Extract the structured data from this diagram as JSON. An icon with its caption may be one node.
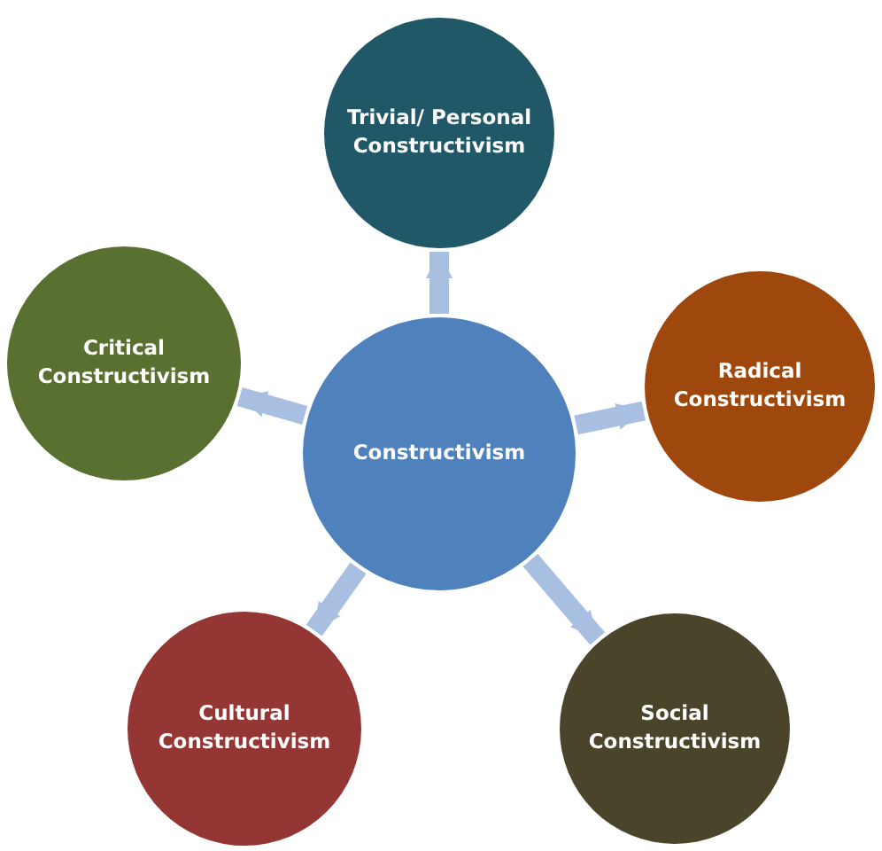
{
  "diagram": {
    "nodes": [
      {
        "text": [
          "Constructivism"
        ]
      },
      {
        "text": [
          "Trivial/ Personal Constructivism"
        ]
      },
      {
        "text": [
          "Radical Constructivism"
        ]
      },
      {
        "text": [
          "Social Constructivism"
        ]
      },
      {
        "text": [
          "Cultural Constructivism"
        ]
      },
      {
        "text": [
          "Critical Constructivism"
        ]
      }
    ],
    "edges": [
      {
        "from": 0,
        "to": 1,
        "arrow": "to"
      },
      {
        "from": 0,
        "to": 2,
        "arrow": "to"
      },
      {
        "from": 0,
        "to": 3,
        "arrow": "to"
      },
      {
        "from": 0,
        "to": 4,
        "arrow": "to"
      },
      {
        "from": 0,
        "to": 5,
        "arrow": "to"
      }
    ]
  }
}
